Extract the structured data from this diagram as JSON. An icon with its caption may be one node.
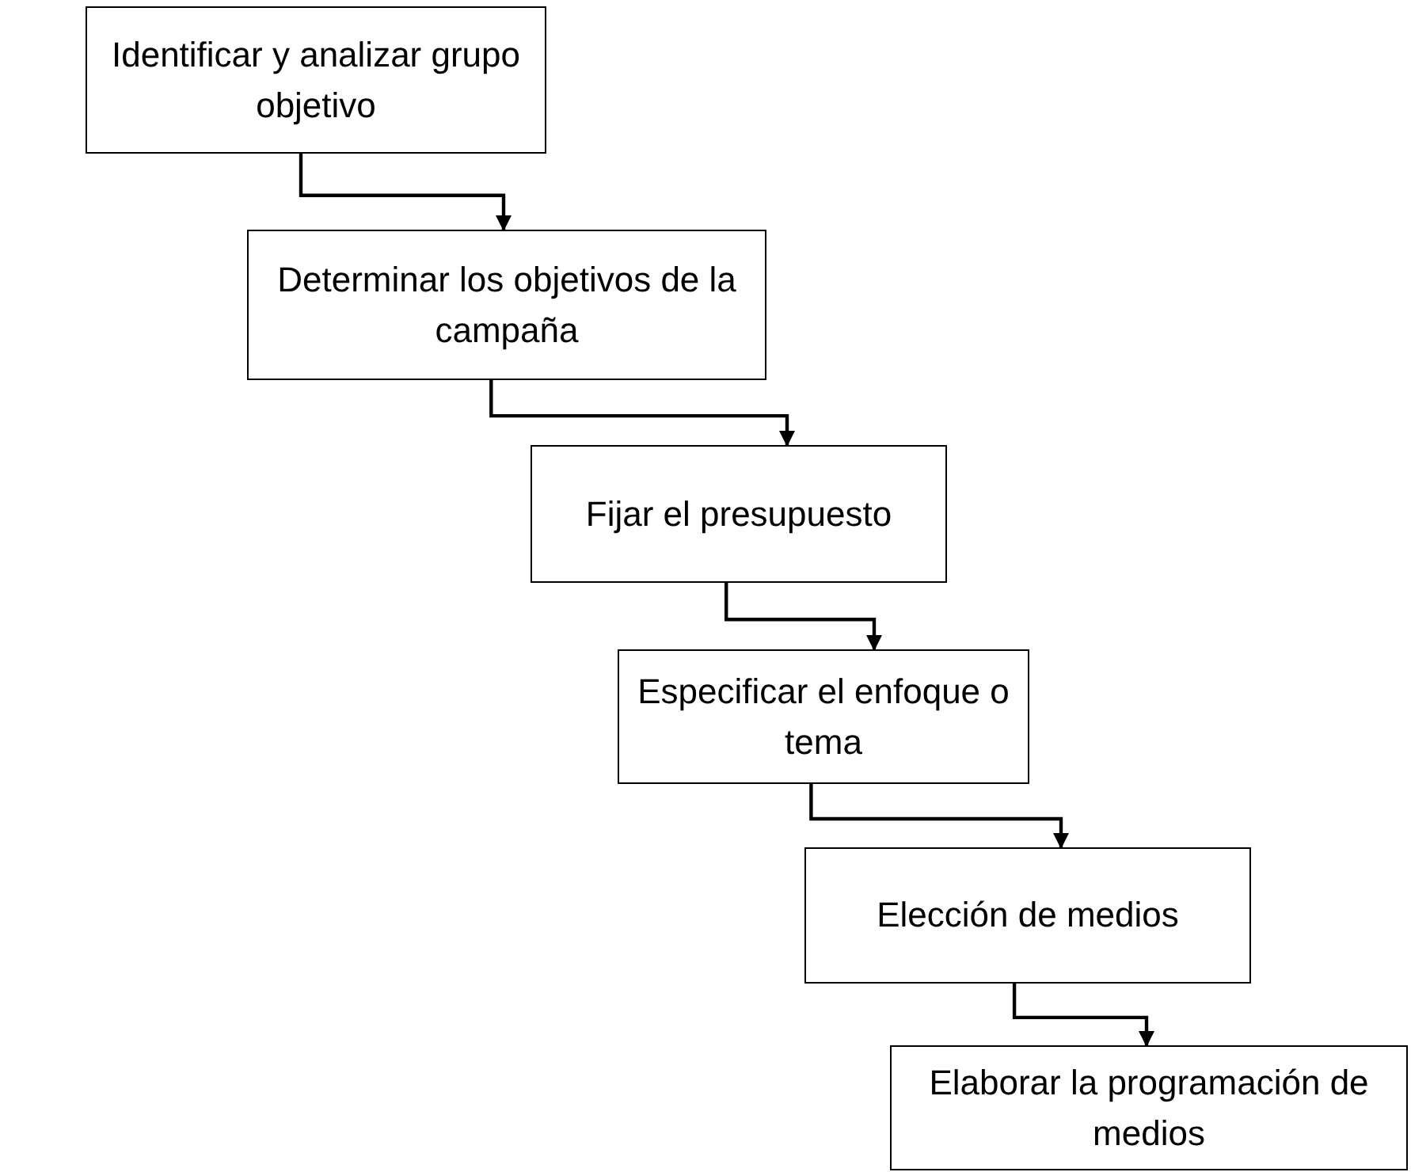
{
  "diagram": {
    "nodes": [
      {
        "text": [
          "Identificar y analizar grupo objetivo"
        ]
      },
      {
        "text": [
          "Determinar los objetivos de la campaña"
        ]
      },
      {
        "text": [
          "Fijar el presupuesto"
        ]
      },
      {
        "text": [
          "Especificar el enfoque o tema"
        ]
      },
      {
        "text": [
          "Elección de medios"
        ]
      },
      {
        "text": [
          "Elaborar la programación de medios"
        ]
      }
    ],
    "edges": [
      {
        "from": 0,
        "to": 1,
        "arrow": "to"
      },
      {
        "from": 1,
        "to": 2,
        "arrow": "to"
      },
      {
        "from": 2,
        "to": 3,
        "arrow": "to"
      },
      {
        "from": 3,
        "to": 4,
        "arrow": "to"
      },
      {
        "from": 4,
        "to": 5,
        "arrow": "to"
      }
    ]
  }
}
